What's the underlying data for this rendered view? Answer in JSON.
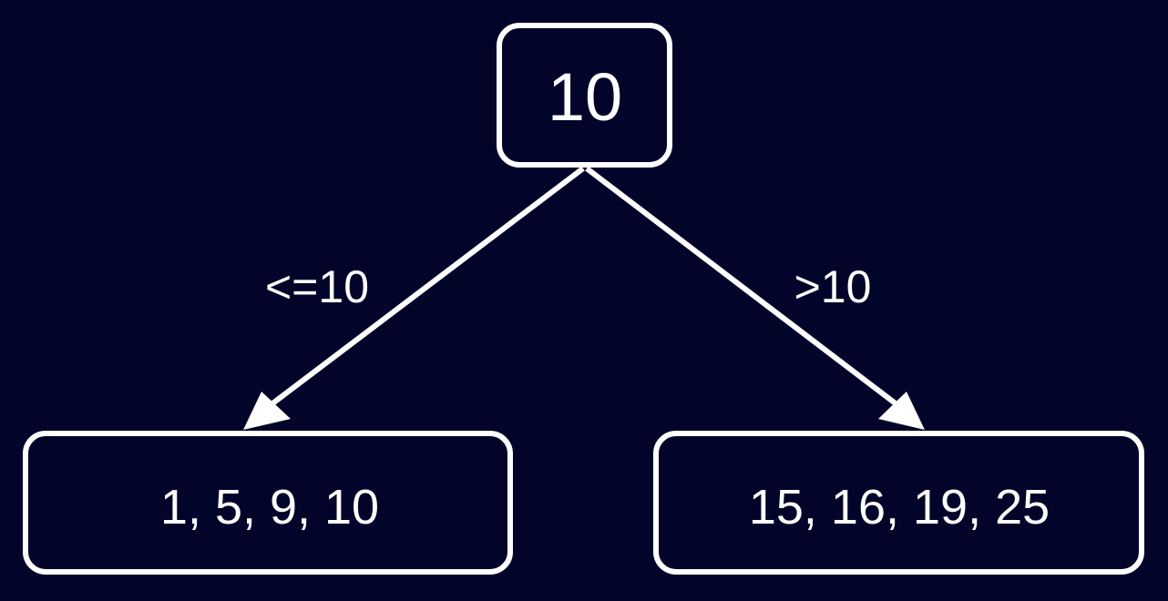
{
  "diagram": {
    "root": {
      "label": "10"
    },
    "left_leaf": {
      "label": "1, 5, 9, 10"
    },
    "right_leaf": {
      "label": "15, 16, 19, 25"
    },
    "edges": {
      "left": {
        "label": "<=10"
      },
      "right": {
        "label": ">10"
      }
    }
  },
  "colors": {
    "background": "#02042a",
    "stroke": "#ffffff",
    "text": "#ffffff"
  }
}
